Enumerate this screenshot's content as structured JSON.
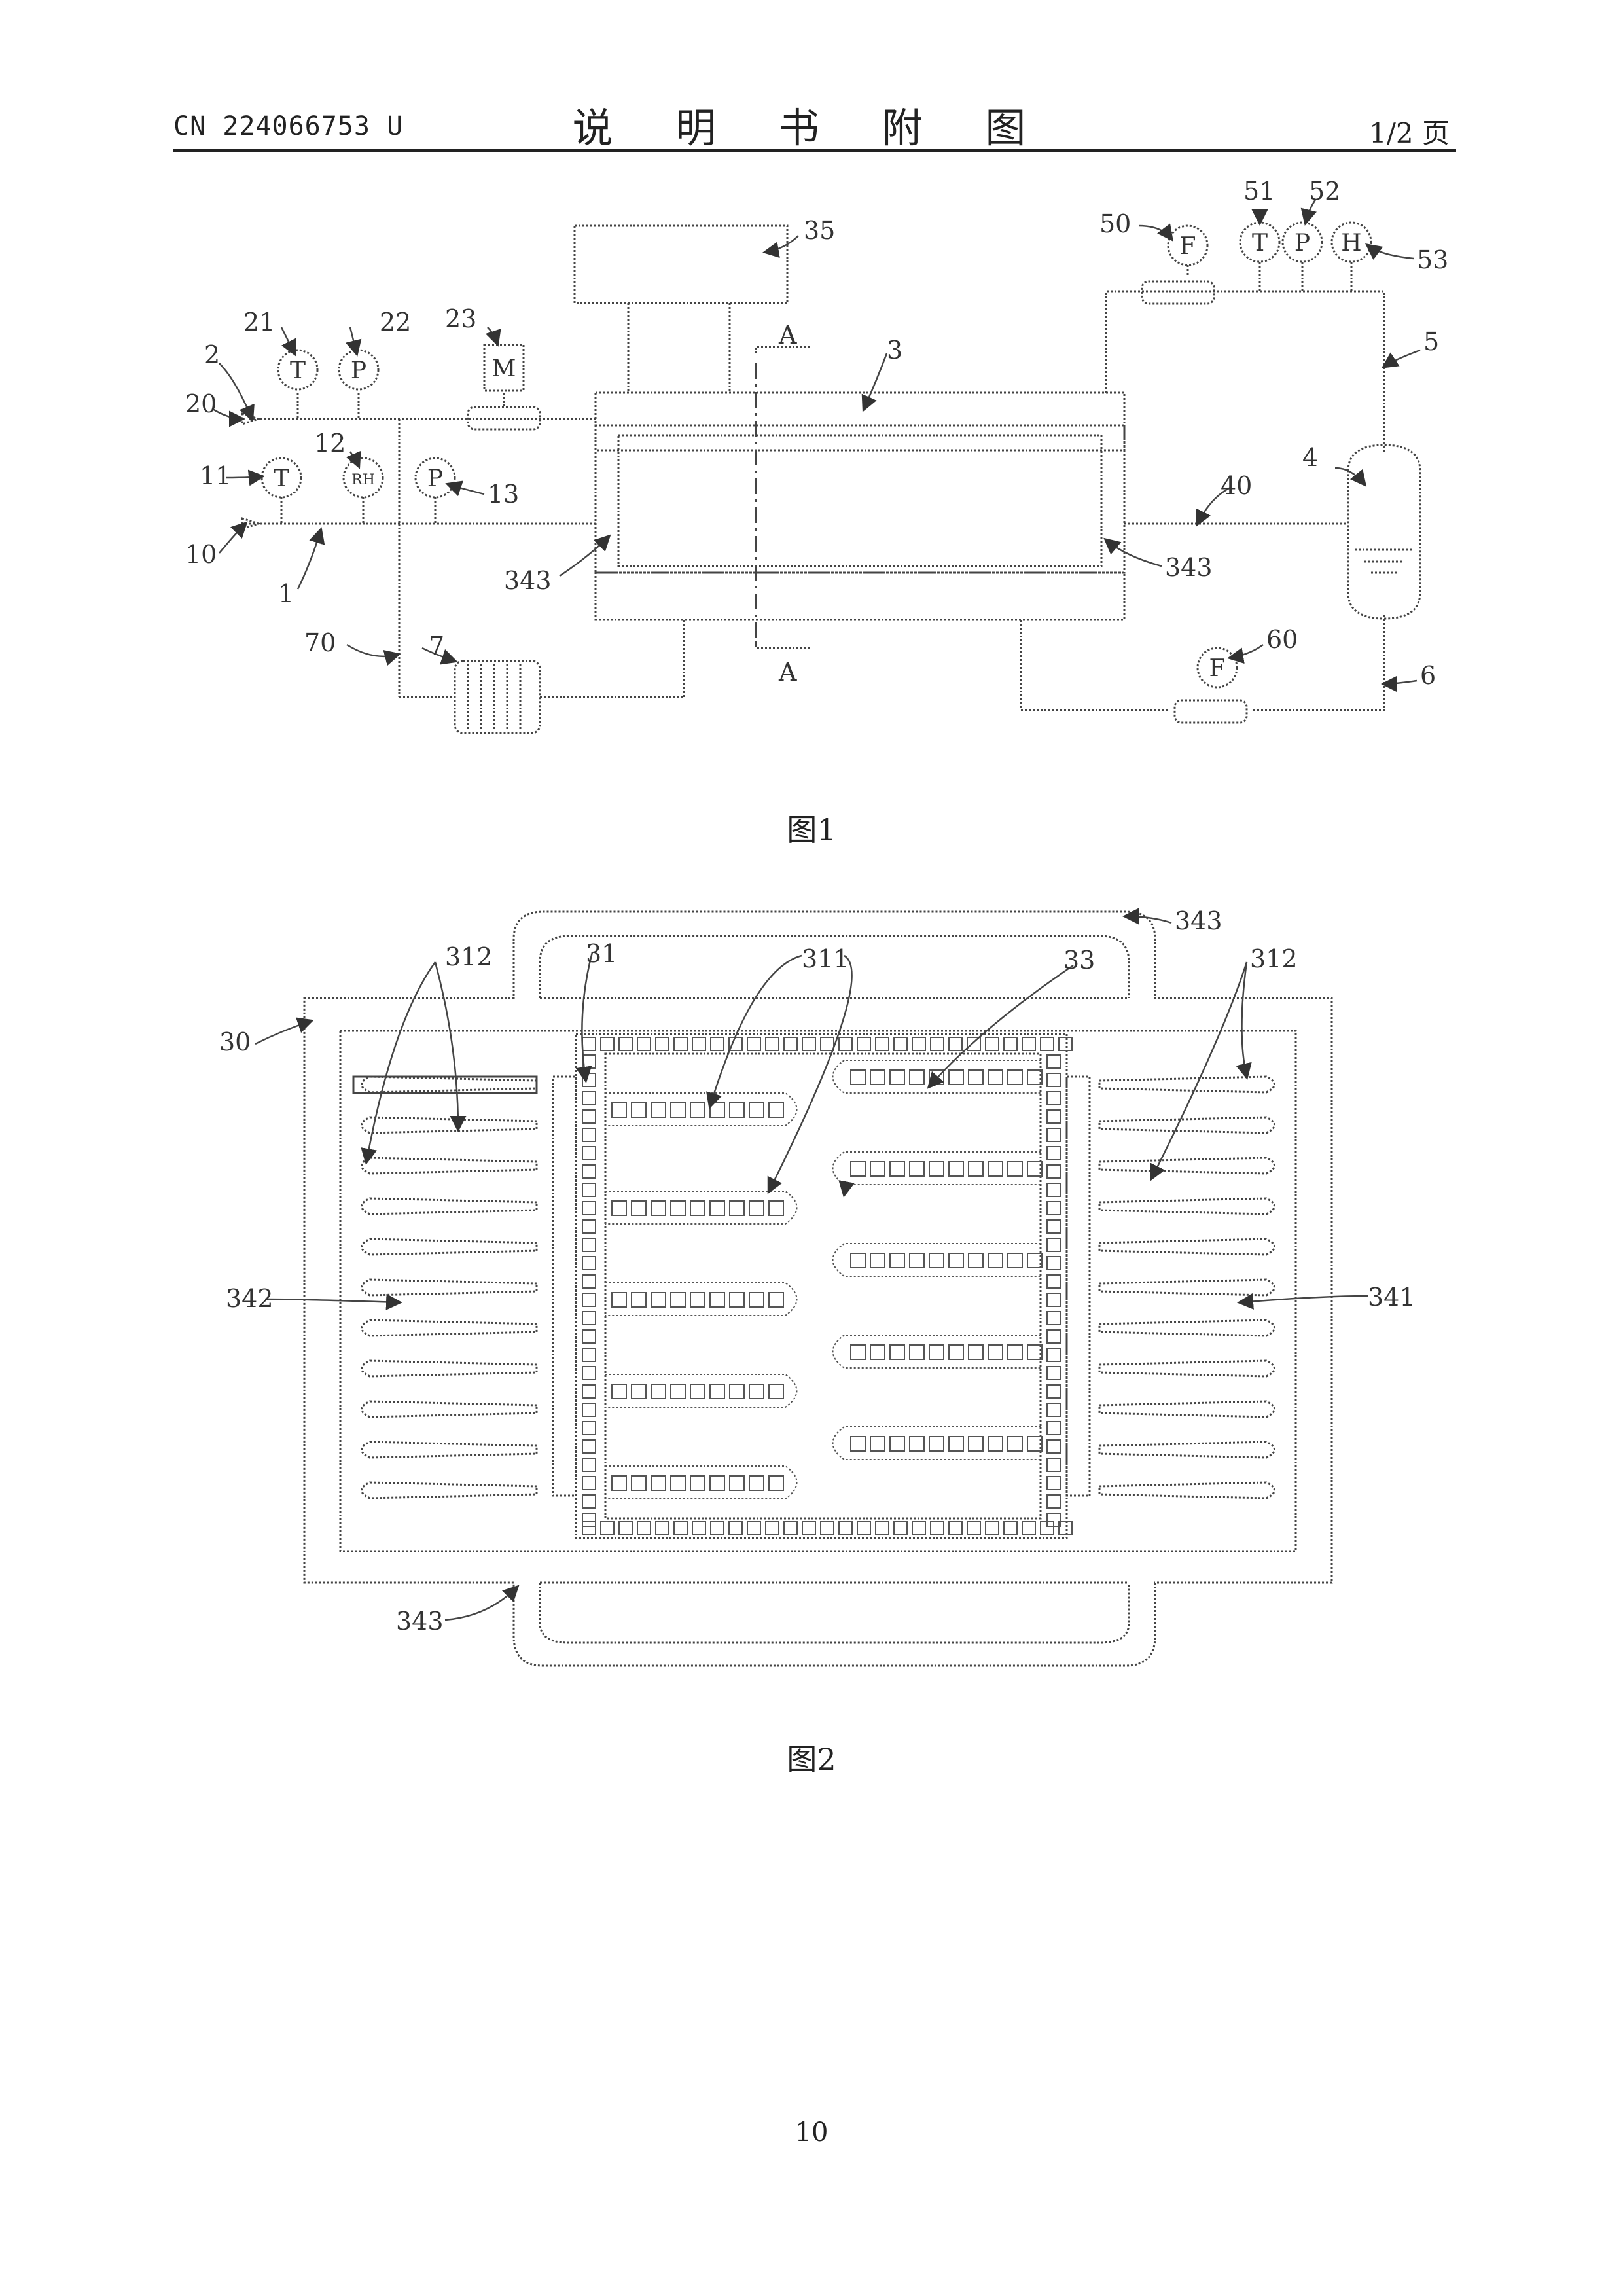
{
  "header": {
    "patent_number": "CN 224066753 U",
    "section_title": "说 明 书 附 图",
    "page_indicator": "1/2 页"
  },
  "figure1": {
    "caption": "图1",
    "labels": {
      "l35": "35",
      "l3": "3",
      "lA_top": "A",
      "lA_bot": "A",
      "l21": "21",
      "l22": "22",
      "l23": "23",
      "l2": "2",
      "l20": "20",
      "l11": "11",
      "l12": "12",
      "l13": "13",
      "l10": "10",
      "l1": "1",
      "l343a": "343",
      "l343b": "343",
      "l40": "40",
      "l4": "4",
      "l5": "5",
      "l6": "6",
      "l7": "7",
      "l70": "70",
      "l50": "50",
      "l51": "51",
      "l52": "52",
      "l53": "53",
      "l60": "60"
    },
    "instruments": {
      "i21": "T",
      "i22": "P",
      "i23": "M",
      "i11": "T",
      "i12": "RH",
      "i13": "P",
      "i50": "F",
      "i51": "T",
      "i52": "P",
      "i53": "H",
      "i60": "F"
    }
  },
  "figure2": {
    "caption": "图2",
    "labels": {
      "l343_top": "343",
      "l343_bot": "343",
      "l312_left": "312",
      "l312_right": "312",
      "l31": "31",
      "l311": "311",
      "l33": "33",
      "l30": "30",
      "l342": "342",
      "l341": "341"
    }
  },
  "page_number": "10"
}
